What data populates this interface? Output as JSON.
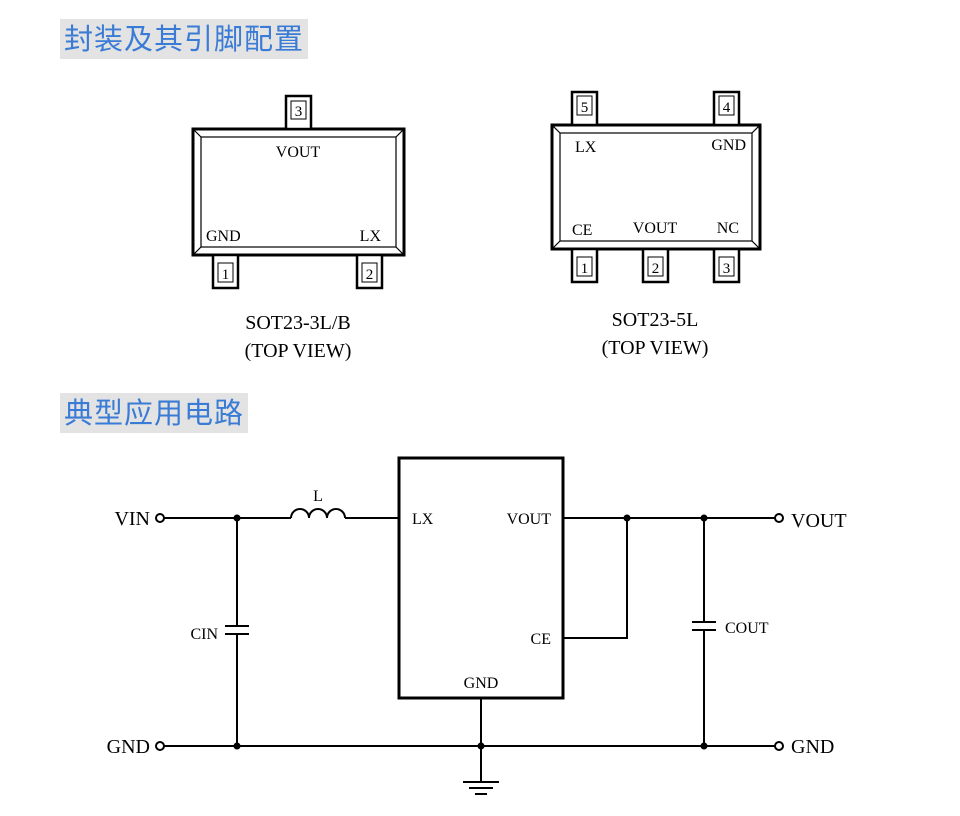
{
  "section1_title": "封装及其引脚配置",
  "section2_title": "典型应用电路",
  "pkg3": {
    "pins": {
      "p1": "1",
      "p2": "2",
      "p3": "3"
    },
    "labels": {
      "vout": "VOUT",
      "gnd": "GND",
      "lx": "LX"
    },
    "name": "SOT23-3L/B",
    "view": "(TOP VIEW)"
  },
  "pkg5": {
    "pins": {
      "p1": "1",
      "p2": "2",
      "p3": "3",
      "p4": "4",
      "p5": "5"
    },
    "labels": {
      "lx": "LX",
      "gnd": "GND",
      "ce": "CE",
      "vout": "VOUT",
      "nc": "NC"
    },
    "name": "SOT23-5L",
    "view": "(TOP VIEW)"
  },
  "circuit": {
    "vin": "VIN",
    "gnd_left": "GND",
    "gnd_right": "GND",
    "vout": "VOUT",
    "inductor": "L",
    "cin": "CIN",
    "cout": "COUT",
    "ic_lx": "LX",
    "ic_vout": "VOUT",
    "ic_ce": "CE",
    "ic_gnd": "GND"
  }
}
